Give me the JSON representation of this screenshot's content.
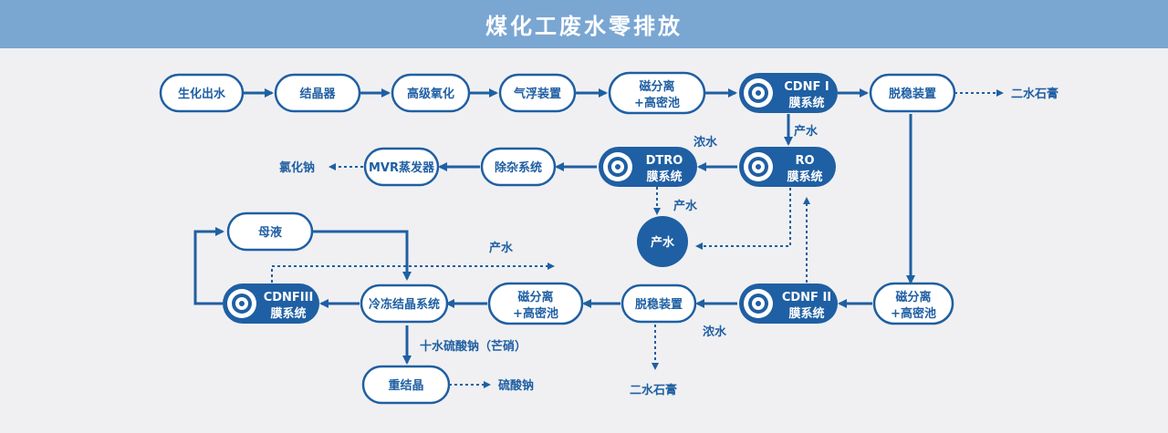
{
  "title": "煤化工废水零排放",
  "colors": {
    "banner": "#7aa6d2",
    "primary": "#1f5fa3",
    "node_fill": "#ffffff",
    "background": "#f0f0f2"
  },
  "nodes": {
    "n1": "生化出水",
    "n2": "结晶器",
    "n3": "高级氧化",
    "n4": "气浮装置",
    "n5a": "磁分离",
    "n5b": "+高密池",
    "cdnf1a": "CDNF I",
    "cdnf1b": "膜系统",
    "desulf1": "脱稳装置",
    "gypsum1": "二水石膏",
    "ro_a": "RO",
    "ro_b": "膜系统",
    "dtro_a": "DTRO",
    "dtro_b": "膜系统",
    "chuza": "除杂系统",
    "mvr": "MVR蒸发器",
    "nacl": "氯化钠",
    "product": "产水",
    "muye": "母液",
    "cdnf3a": "CDNFIII",
    "cdnf3b": "膜系统",
    "lengdong": "冷冻结晶系统",
    "mag2a": "磁分离",
    "mag2b": "+高密池",
    "desulf2": "脱稳装置",
    "cdnf2a": "CDNF II",
    "cdnf2b": "膜系统",
    "mag3a": "磁分离",
    "mag3b": "+高密池",
    "gypsum2": "二水石膏",
    "chongjie": "重结晶",
    "na2so4": "硫酸钠"
  },
  "labels": {
    "chanshui_cdnf1": "产水",
    "nongshui_dtro": "浓水",
    "chanshui_dtro": "产水",
    "chanshui_mid": "产水",
    "nongshui_cdnf2": "浓水",
    "mangxiao": "十水硫酸钠（芒硝）"
  }
}
